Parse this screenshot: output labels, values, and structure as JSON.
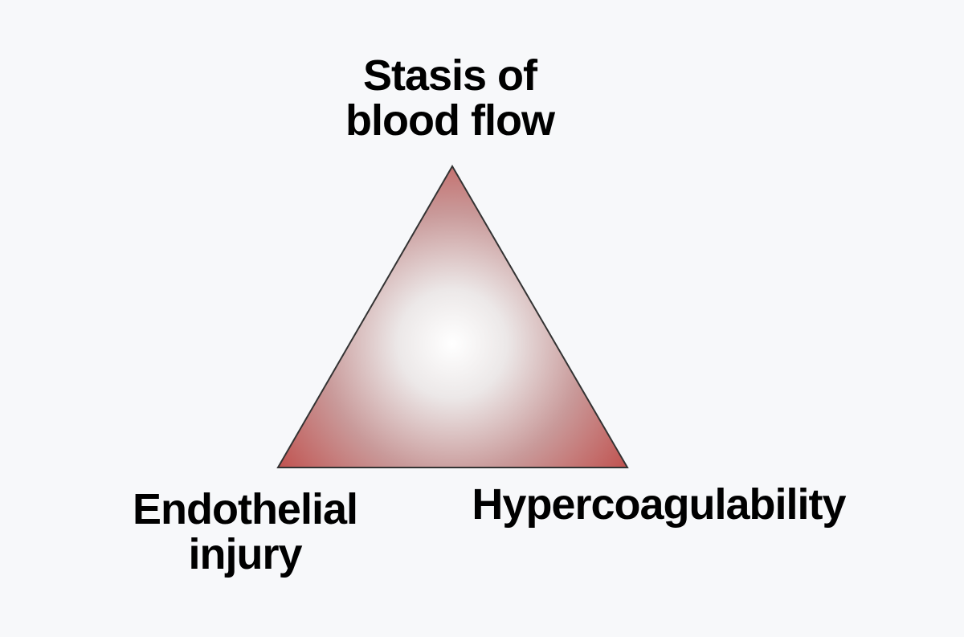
{
  "diagram": {
    "vertices": {
      "top": {
        "line1": "Stasis of",
        "line2": "blood flow"
      },
      "bottom_left": {
        "line1": "Endothelial",
        "line2": "injury"
      },
      "bottom_right": {
        "line1": "Hypercoagulability"
      }
    },
    "colors": {
      "background": "#f7f8fa",
      "fill_center": "#ffffff",
      "fill_edge": "#c0504d",
      "stroke": "#333333",
      "text": "#000000"
    }
  }
}
